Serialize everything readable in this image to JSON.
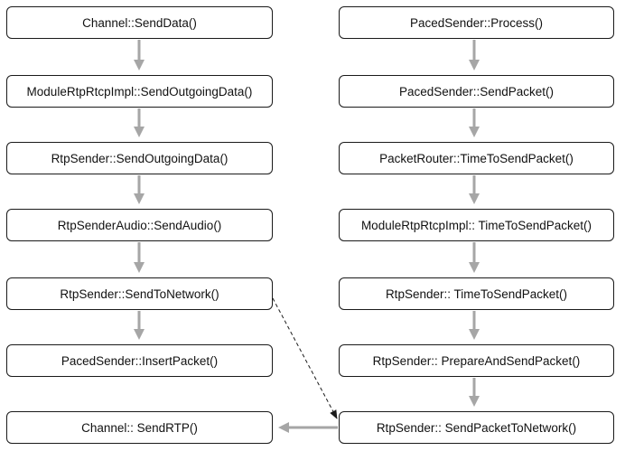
{
  "left_column": [
    "Channel::SendData()",
    "ModuleRtpRtcpImpl::SendOutgoingData()",
    "RtpSender::SendOutgoingData()",
    "RtpSenderAudio::SendAudio()",
    "RtpSender::SendToNetwork()",
    "PacedSender::InsertPacket()",
    "Channel:: SendRTP()"
  ],
  "right_column": [
    "PacedSender::Process()",
    "PacedSender::SendPacket()",
    "PacketRouter::TimeToSendPacket()",
    "ModuleRtpRtcpImpl:: TimeToSendPacket()",
    "RtpSender:: TimeToSendPacket()",
    "RtpSender:: PrepareAndSendPacket()",
    "RtpSender:: SendPacketToNetwork()"
  ],
  "colors": {
    "solid_arrow": "#a6a6a6",
    "dashed_arrow": "#1a1a1a",
    "box_border": "#1a1a1a"
  }
}
